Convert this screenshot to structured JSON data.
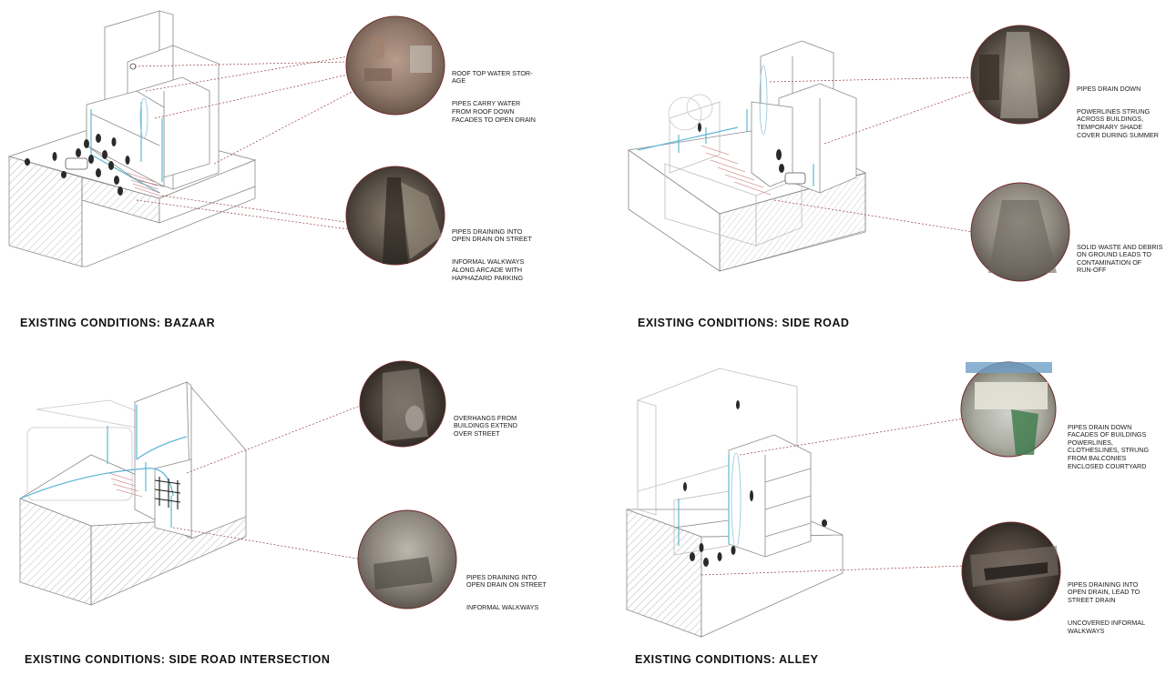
{
  "panels": [
    {
      "title": "EXISTING CONDITIONS: BAZAAR",
      "notes": [
        [
          "ROOF TOP WATER STOR-\nAGE",
          "PIPES CARRY WATER\nFROM ROOF DOWN\nFACADES TO OPEN DRAIN"
        ],
        [
          "PIPES DRAINING INTO\nOPEN DRAIN ON STREET",
          "INFORMAL WALKWAYS\nALONG ARCADE WITH\nHAPHAZARD PARKING"
        ]
      ]
    },
    {
      "title": "EXISTING CONDITIONS: SIDE ROAD",
      "notes": [
        [
          "PIPES DRAIN DOWN",
          "POWERLINES STRUNG\nACROSS BUILDINGS,\nTEMPORARY SHADE\nCOVER DURING SUMMER"
        ],
        [
          "SOLID WASTE AND DEBRIS\nON GROUND LEADS TO\nCONTAMINATION OF\nRUN-OFF"
        ]
      ]
    },
    {
      "title": "EXISTING CONDITIONS: SIDE ROAD INTERSECTION",
      "notes": [
        [
          "OVERHANGS FROM\nBUILDINGS EXTEND\nOVER STREET"
        ],
        [
          "PIPES DRAINING INTO\nOPEN DRAIN ON STREET",
          "INFORMAL WALKWAYS"
        ]
      ]
    },
    {
      "title": "EXISTING CONDITIONS: ALLEY",
      "notes": [
        [
          "PIPES DRAIN DOWN\nFACADES OF BUILDINGS\nPOWERLINES,\nCLOTHESLINES, STRUNG\nFROM BALCONIES\nENCLOSED COURTYARD"
        ],
        [
          "PIPES DRAINING INTO\nOPEN DRAIN, LEAD TO\nSTREET DRAIN",
          "UNCOVERED INFORMAL\nWALKWAYS"
        ]
      ]
    }
  ],
  "colors": {
    "line": "#8a8a8a",
    "pipe": "#5fb6d6",
    "leader": "#9a3b3b",
    "circle_border": "#6e2c2c"
  }
}
